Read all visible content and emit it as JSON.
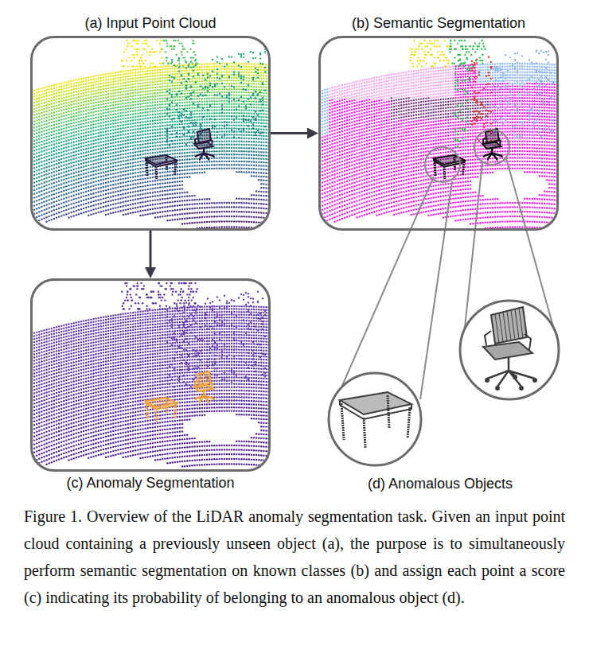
{
  "diagram": {
    "caption": "Figure 1. Overview of the LiDAR anomaly segmentation task. Given an input point cloud containing a previously unseen object (a), the purpose is to simultaneously perform semantic segmentation on known classes (b) and assign each point a score (c) indicating its probability of belonging to an anomalous object (d).",
    "nodes": [
      {
        "text": [
          "(a) Input Point Cloud"
        ]
      },
      {
        "text": [
          "(b) Semantic Segmentation"
        ]
      },
      {
        "text": [
          "(c) Anomaly Segmentation"
        ]
      }
    ],
    "edges": [
      {
        "from": 0,
        "to": 1,
        "arrow": "to"
      },
      {
        "from": 0,
        "to": 2,
        "arrow": "to"
      }
    ],
    "labels": [
      "(d) Anomalous Objects"
    ]
  }
}
